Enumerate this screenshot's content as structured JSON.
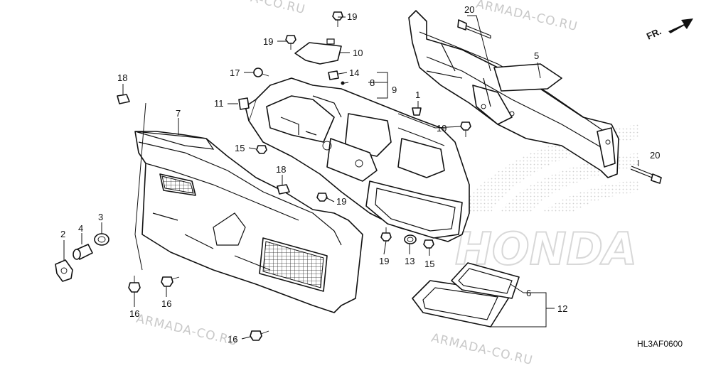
{
  "watermark": "ARMADA-CO.RU",
  "logo_text": "HONDA",
  "direction_label": "FR.",
  "diagram_code": "HL3AF0600",
  "callouts": [
    "1",
    "2",
    "3",
    "4",
    "5",
    "6",
    "7",
    "8",
    "9",
    "10",
    "11",
    "12",
    "13",
    "14",
    "15",
    "16",
    "17",
    "18",
    "19",
    "20"
  ]
}
